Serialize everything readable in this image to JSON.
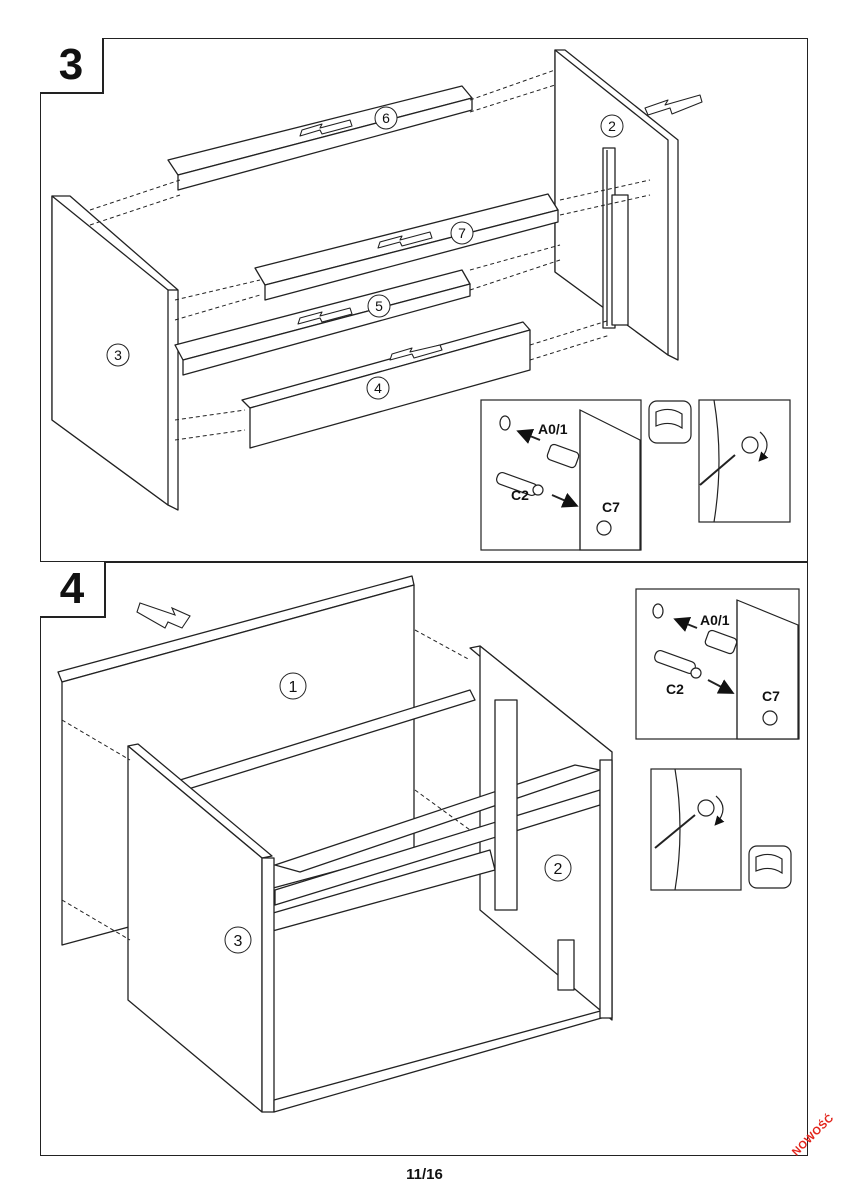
{
  "steps": [
    {
      "number": "3",
      "parts": [
        "6",
        "2",
        "7",
        "3",
        "5",
        "4"
      ]
    },
    {
      "number": "4",
      "parts": [
        "1",
        "2",
        "3"
      ]
    }
  ],
  "detail": {
    "dowel_label": "A0/1",
    "screw_label": "C2",
    "cam_label": "C7"
  },
  "footer": {
    "page": "11/16",
    "badge": "NOWOŚĆ"
  },
  "colors": {
    "line": "#222222",
    "fill": "#ffffff",
    "badge": "#e2231a"
  }
}
